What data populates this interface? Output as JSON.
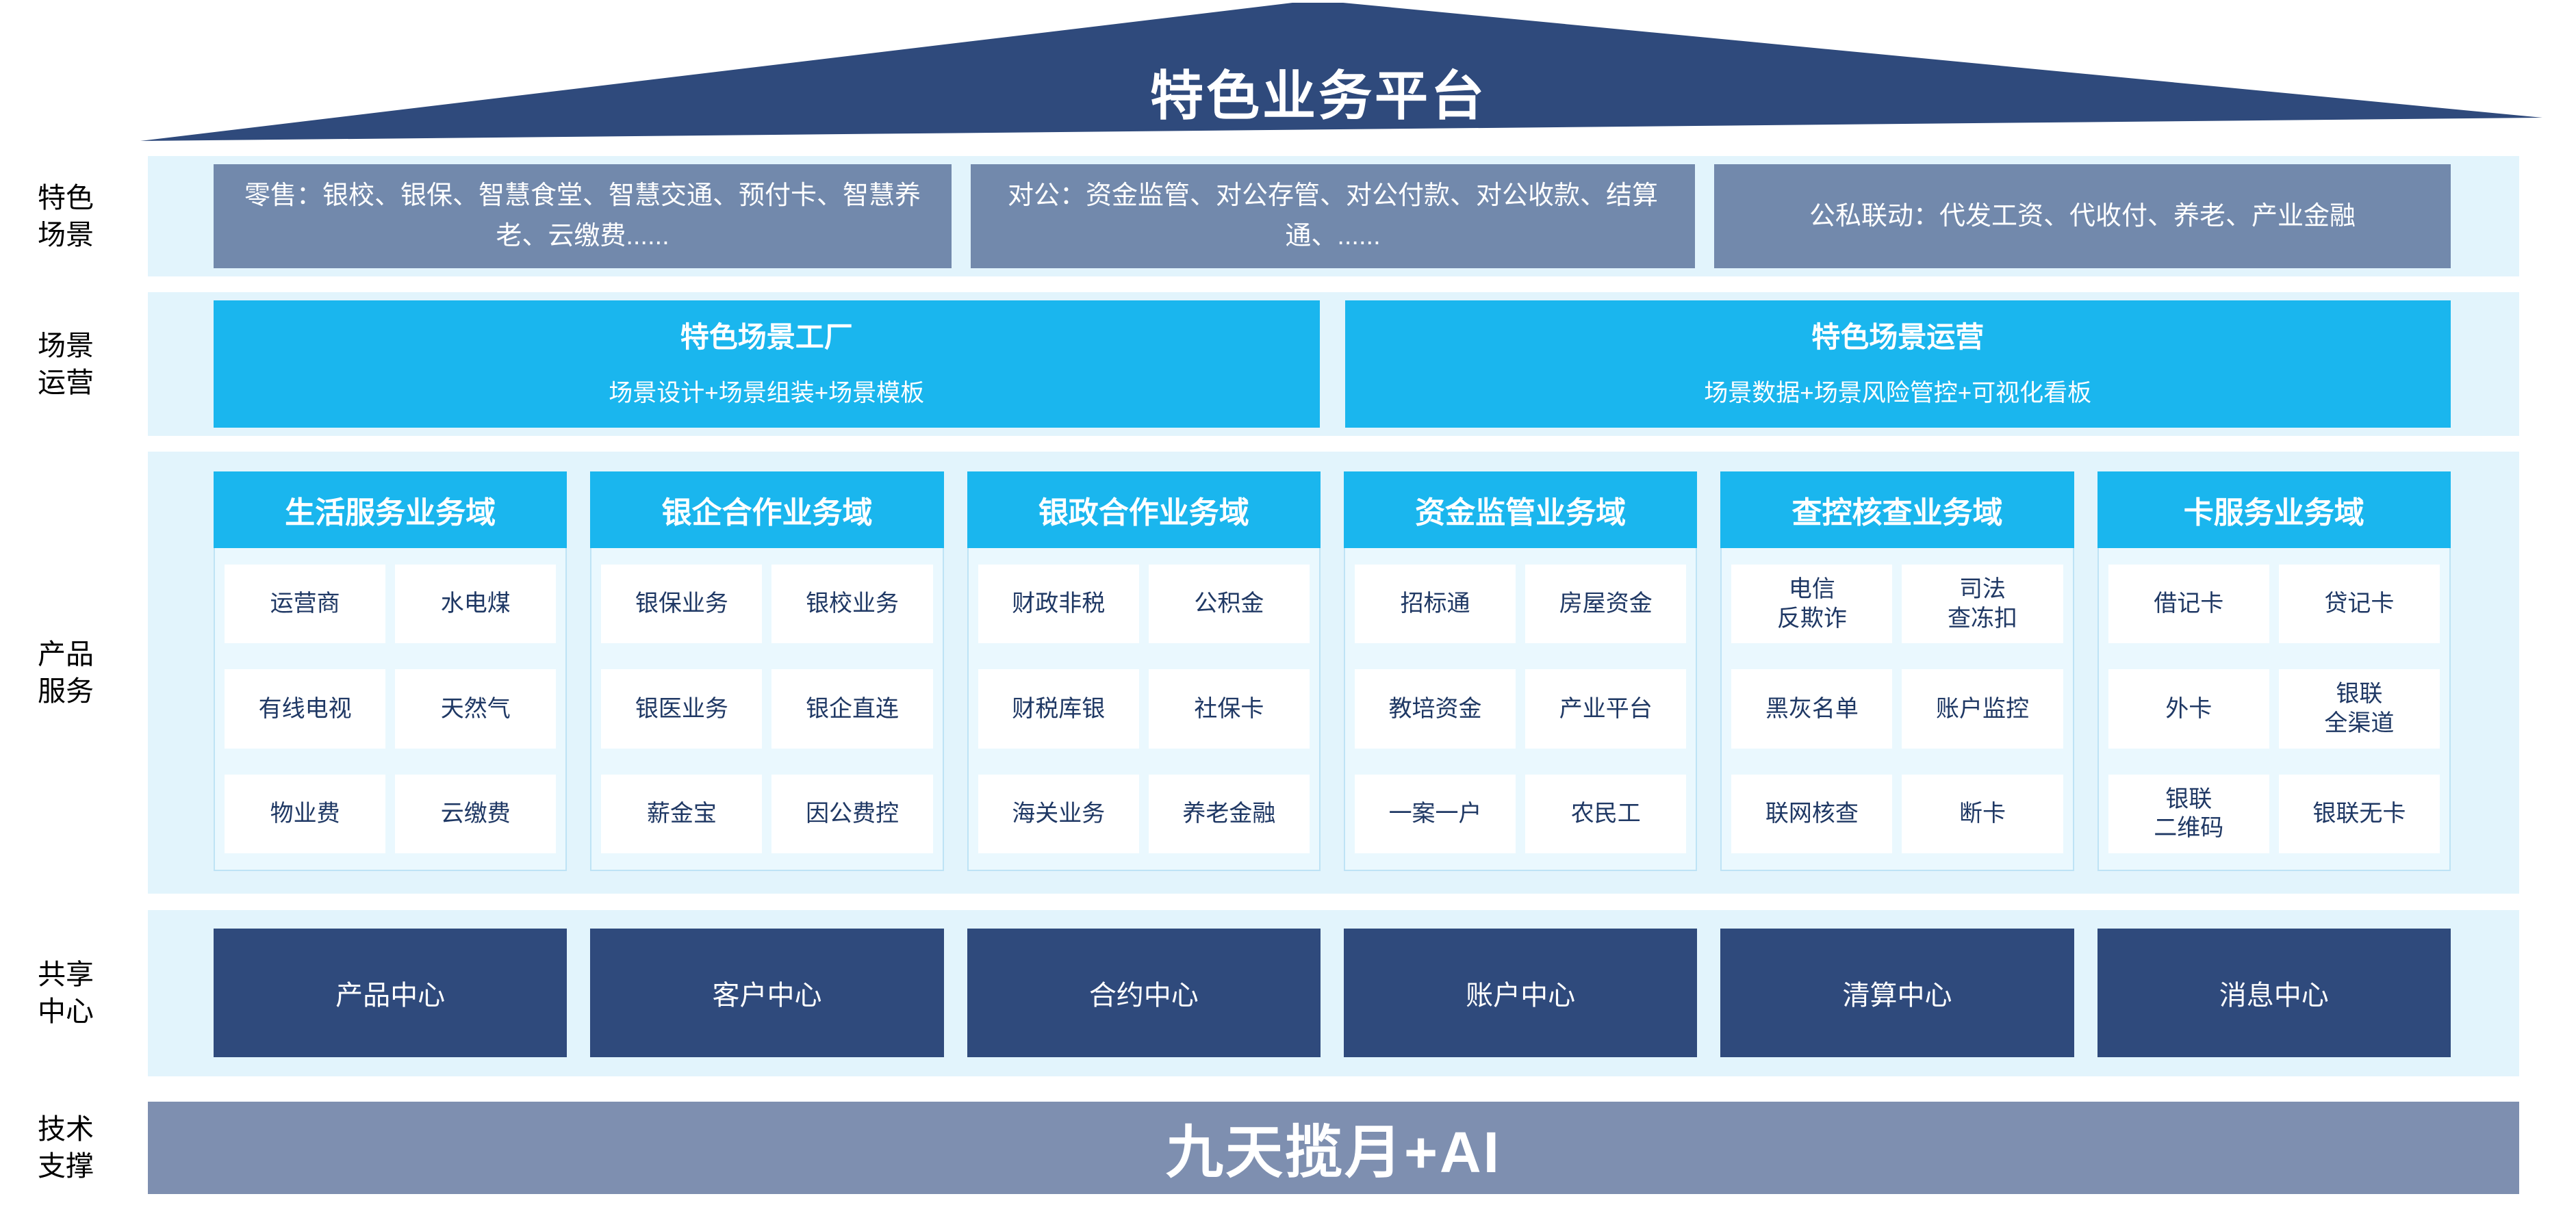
{
  "title": "特色业务平台",
  "colors": {
    "roof_navy": "#2F4A7C",
    "cyan": "#1AB6EE",
    "band_light_blue": "#E2F4FC",
    "slate_blue_box": "#7289AC",
    "bottom_bar_slate": "#7E8FB0",
    "cell_text_navy": "#1F3864"
  },
  "side_labels": {
    "scenes": "特色\n场景",
    "operations": "场景\n运营",
    "products": "产品\n服务",
    "shared": "共享\n中心",
    "tech": "技术\n支撑"
  },
  "scene_row": {
    "retail": "零售：银校、银保、智慧食堂、智慧交通、预付卡、智慧养老、云缴费......",
    "corporate": "对公：资金监管、对公存管、对公付款、对公收款、结算通、......",
    "linkage": "公私联动：代发工资、代收付、养老、产业金融"
  },
  "operations_row": {
    "factory": {
      "title": "特色场景工厂",
      "subtitle": "场景设计+场景组装+场景模板"
    },
    "operation": {
      "title": "特色场景运营",
      "subtitle": "场景数据+场景风险管控+可视化看板"
    }
  },
  "product_columns": [
    {
      "header": "生活服务业务域",
      "cells": [
        "运营商",
        "水电煤",
        "有线电视",
        "天然气",
        "物业费",
        "云缴费"
      ]
    },
    {
      "header": "银企合作业务域",
      "cells": [
        "银保业务",
        "银校业务",
        "银医业务",
        "银企直连",
        "薪金宝",
        "因公费控"
      ]
    },
    {
      "header": "银政合作业务域",
      "cells": [
        "财政非税",
        "公积金",
        "财税库银",
        "社保卡",
        "海关业务",
        "养老金融"
      ]
    },
    {
      "header": "资金监管业务域",
      "cells": [
        "招标通",
        "房屋资金",
        "教培资金",
        "产业平台",
        "一案一户",
        "农民工"
      ]
    },
    {
      "header": "查控核查业务域",
      "cells": [
        "电信\n反欺诈",
        "司法\n查冻扣",
        "黑灰名单",
        "账户监控",
        "联网核查",
        "断卡"
      ]
    },
    {
      "header": "卡服务业务域",
      "cells": [
        "借记卡",
        "贷记卡",
        "外卡",
        "银联\n全渠道",
        "银联\n二维码",
        "银联无卡"
      ]
    }
  ],
  "shared_centers": [
    "产品中心",
    "客户中心",
    "合约中心",
    "账户中心",
    "清算中心",
    "消息中心"
  ],
  "tech_bar": "九天揽月+AI"
}
